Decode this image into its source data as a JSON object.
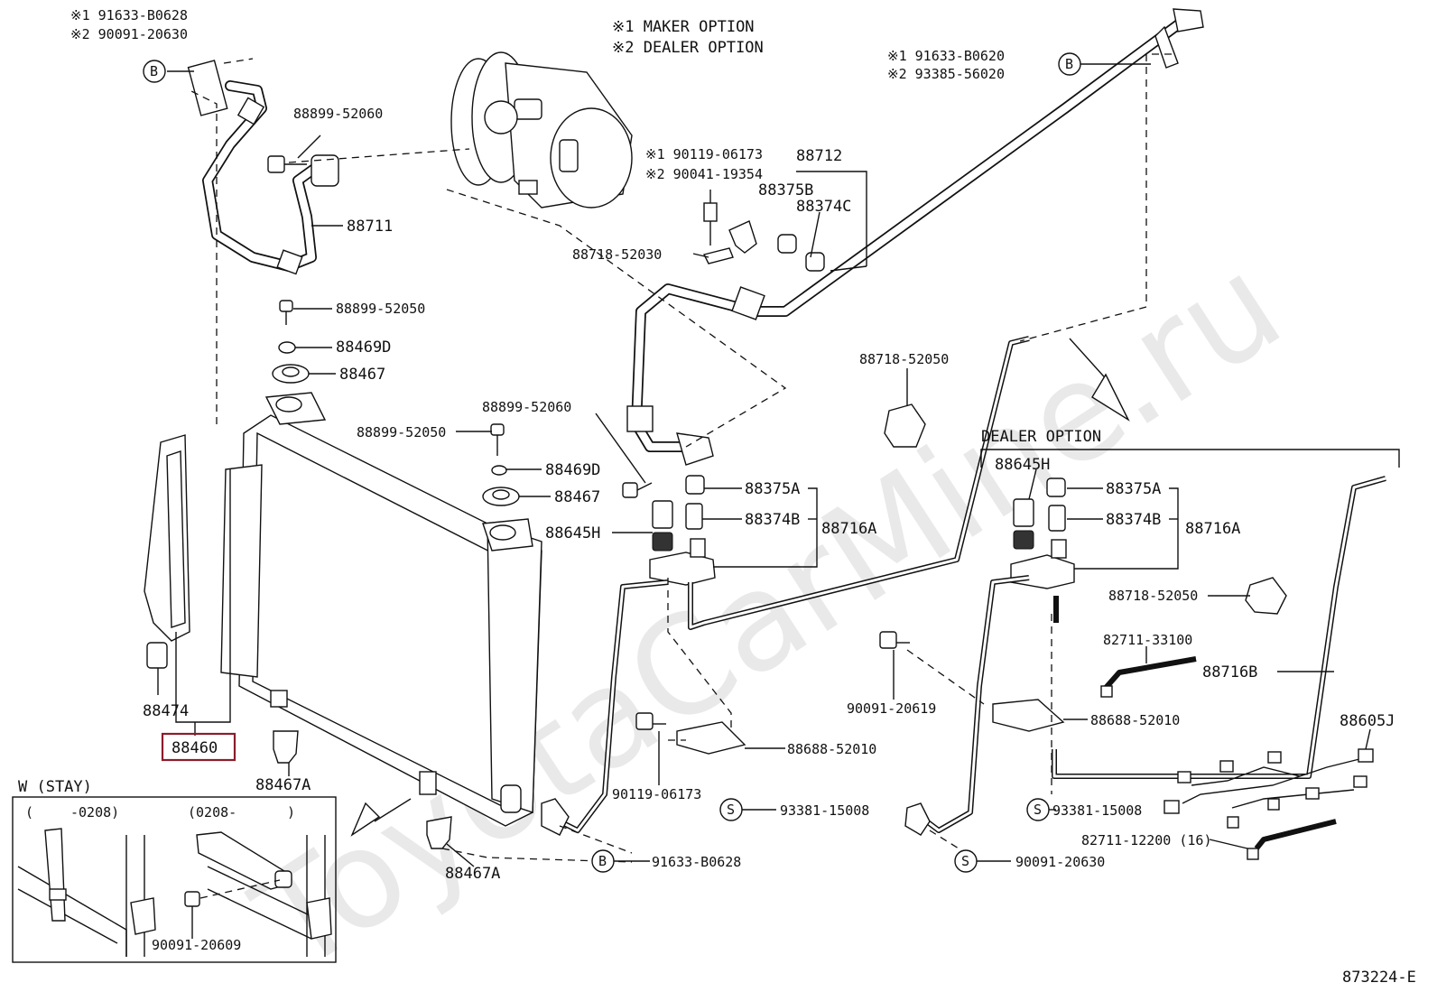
{
  "notes": {
    "maker_option": "※1 MAKER OPTION",
    "dealer_option": "※2 DEALER OPTION"
  },
  "watermark": "ToyotaCarMine.ru",
  "diagram_code": "873224-E",
  "dealer_option_title": "DEALER OPTION",
  "stay_box": {
    "title": "W (STAY)",
    "range_left_open": "(",
    "range_left_code": "-0208)",
    "range_right": "(0208-",
    "range_right_close": ")"
  },
  "labels": {
    "tl_opt1": "※1 91633-B0628",
    "tl_opt2": "※2 90091-20630",
    "tr_opt1": "※1 91633-B0620",
    "tr_opt2": "※2 93385-56020",
    "bolt_opt1": "※1 90119-06173",
    "bolt_opt2": "※2 90041-19354",
    "p88899_52060_top": "88899-52060",
    "p88711": "88711",
    "p88712": "88712",
    "p88375B": "88375B",
    "p88374C": "88374C",
    "p88718_52030": "88718-52030",
    "p88899_52050_top": "88899-52050",
    "p88469D_top": "88469D",
    "p88467_top": "88467",
    "p88718_52050_mid": "88718-52050",
    "p88899_52060_mid": "88899-52060",
    "p88899_52050_mid": "88899-52050",
    "p88469D_mid": "88469D",
    "p88467_mid": "88467",
    "p88375A": "88375A",
    "p88374B": "88374B",
    "p88716A": "88716A",
    "p88645H": "88645H",
    "p88474": "88474",
    "p88460": "88460",
    "p88467A_left": "88467A",
    "p88467A_bottom": "88467A",
    "p90119_06173": "90119-06173",
    "p88688_52010": "88688-52010",
    "p93381_15008": "93381-15008",
    "p91633_B0628": "91633-B0628",
    "p90091_20609": "90091-20609",
    "d88645H": "88645H",
    "d88375A": "88375A",
    "d88374B": "88374B",
    "d88716A": "88716A",
    "d88718_52050": "88718-52050",
    "d82711_33100": "82711-33100",
    "d88716B": "88716B",
    "d90091_20619": "90091-20619",
    "d88688_52010": "88688-52010",
    "d88605J": "88605J",
    "d93381_15008": "93381-15008",
    "d82711_12200": "82711-12200 (16)",
    "d90091_20630": "90091-20630"
  },
  "markers": {
    "b": "B",
    "s": "S"
  },
  "highlight_color": "#8b1c2c"
}
